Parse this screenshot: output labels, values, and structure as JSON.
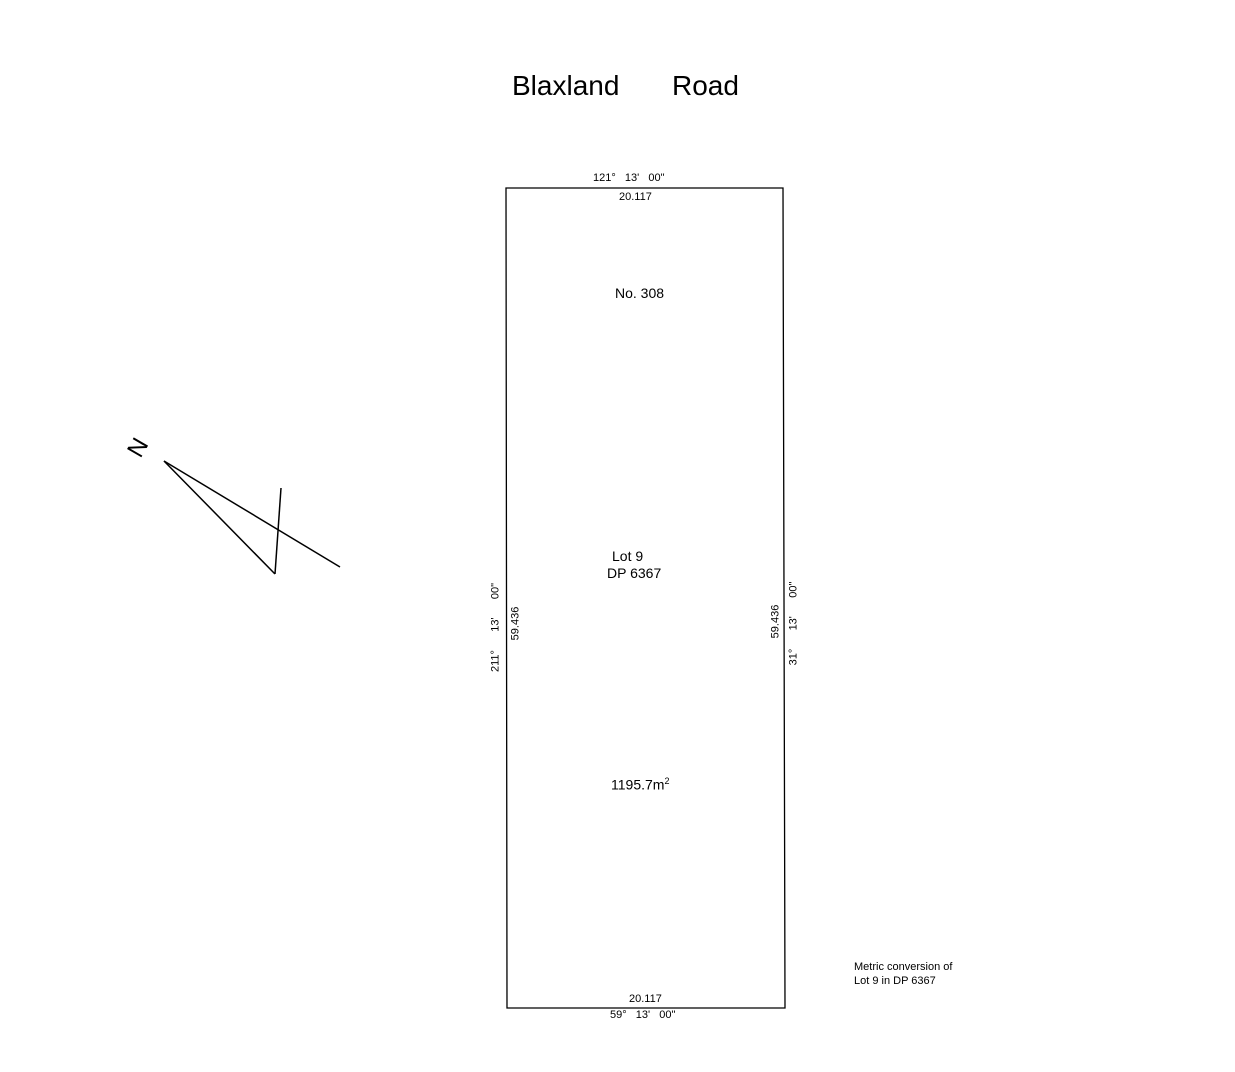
{
  "road": {
    "word1": "Blaxland",
    "word2": "Road"
  },
  "lot": {
    "house_number": "No. 308",
    "lot_label": "Lot 9",
    "dp_label": "DP 6367",
    "area_value": "1195.7m",
    "area_unit_exp": "2"
  },
  "boundaries": {
    "top_bearing": "121°   13'   00\"",
    "top_distance": "20.117",
    "bottom_bearing": "59°   13'   00\"",
    "bottom_distance": "20.117",
    "left_bearing": "211°      13'      00\"",
    "left_distance": "59.436",
    "right_bearing": "31°      13'      00\"",
    "right_distance": "59.436"
  },
  "north_arrow": {
    "letter": "N"
  },
  "note": {
    "line1": "Metric conversion of",
    "line2": "Lot 9 in DP 6367"
  }
}
